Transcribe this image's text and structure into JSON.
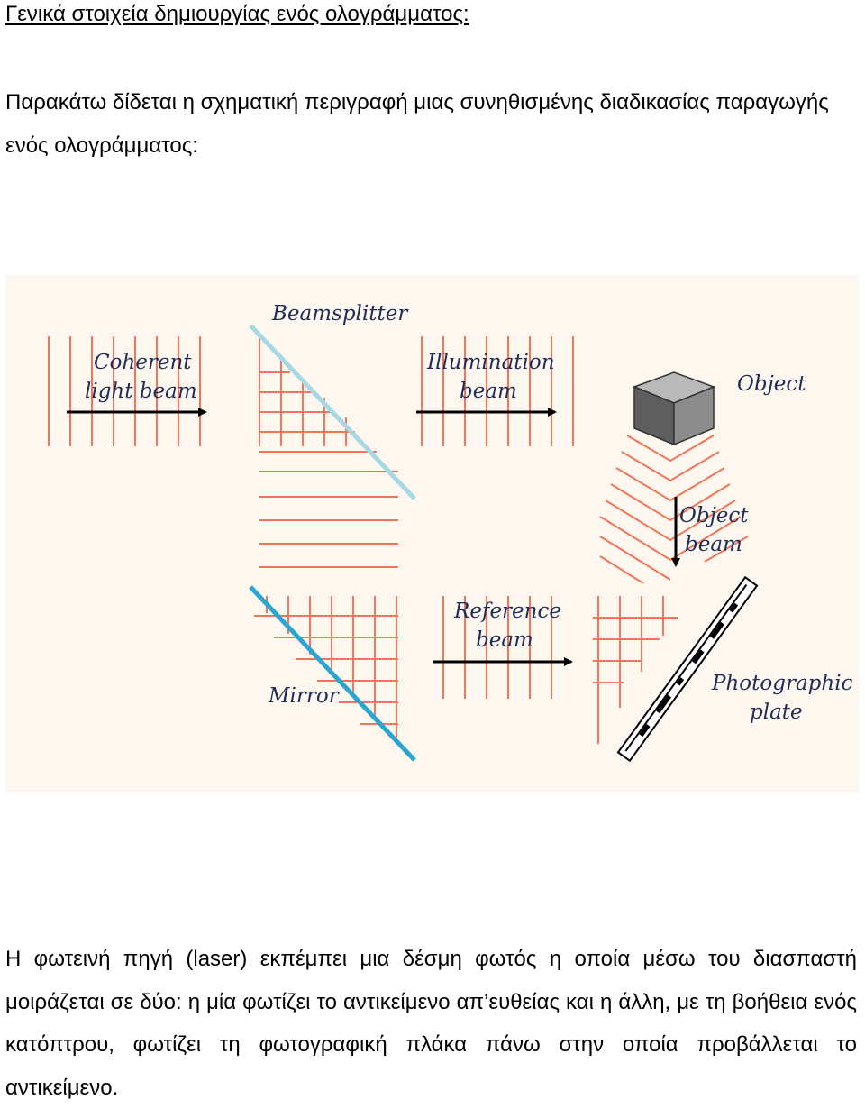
{
  "heading": "Γενικά στοιχεία δημιουργίας ενός ολογράμματος:",
  "intro": "Παρακάτω δίδεται η σχηματική περιγραφή μιας συνηθισμένης διαδικασίας παραγωγής ενός ολογράμματος:",
  "diagram": {
    "labels": {
      "beamsplitter": "Beamsplitter",
      "coherent_1": "Coherent",
      "coherent_2": "light beam",
      "illumination_1": "Illumination",
      "illumination_2": "beam",
      "object": "Object",
      "object_beam_1": "Object",
      "object_beam_2": "beam",
      "reference_1": "Reference",
      "reference_2": "beam",
      "mirror": "Mirror",
      "plate_1": "Photographic",
      "plate_2": "plate"
    },
    "colors": {
      "wavefront": "#f2755a",
      "beamsplitter": "#a8d8e6",
      "mirror": "#2aa6d2",
      "label": "#1e2d57",
      "background": "#fdf7ef"
    }
  },
  "caption": "Η φωτεινή πηγή (laser)  εκπέμπει μια δέσμη φωτός η οποία μέσω του διασπαστή μοιράζεται σε δύο: η μία φωτίζει το αντικείμενο απ’ευθείας και η άλλη, με τη βοήθεια ενός κατόπτρου, φωτίζει τη φωτογραφική πλάκα πάνω στην οποία προβάλλεται το αντικείμενο."
}
